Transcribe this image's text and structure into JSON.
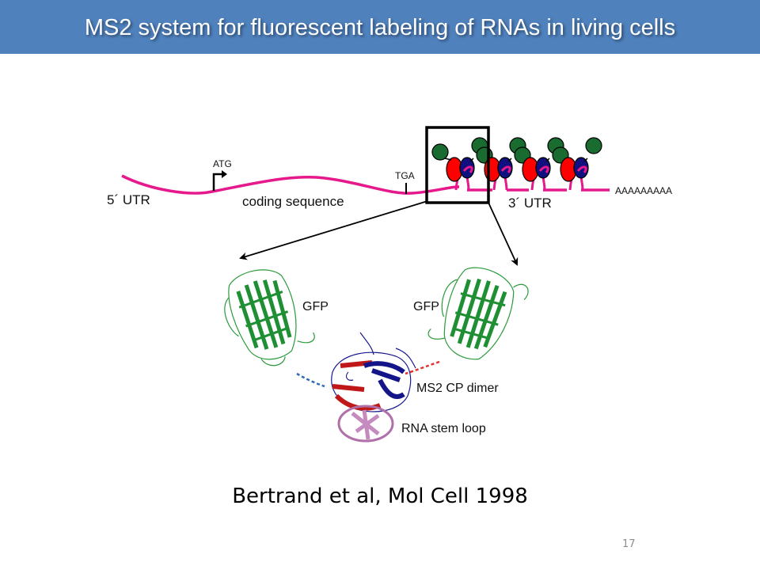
{
  "slide": {
    "title": "MS2 system for fluorescent labeling of RNAs in living cells",
    "citation": "Bertrand et al, Mol Cell 1998",
    "page_number": "17",
    "colors": {
      "title_bar": "#4f81bd",
      "mrna": "#e6198c",
      "gfp": "#1a6b30",
      "ms2_red": "#ff0000",
      "ms2_blue": "#101080"
    }
  },
  "diagram": {
    "mrna_labels": {
      "utr5": "5´ UTR",
      "start_codon": "ATG",
      "coding": "coding sequence",
      "stop_codon": "TGA",
      "utr3": "3´ UTR",
      "polyA": "AAAAAAAAA"
    },
    "structure_labels": {
      "gfp_left": "GFP",
      "gfp_right": "GFP",
      "ms2_dimer": "MS2 CP dimer",
      "stem_loop": "RNA stem loop"
    },
    "stem_loop_count": 4
  }
}
